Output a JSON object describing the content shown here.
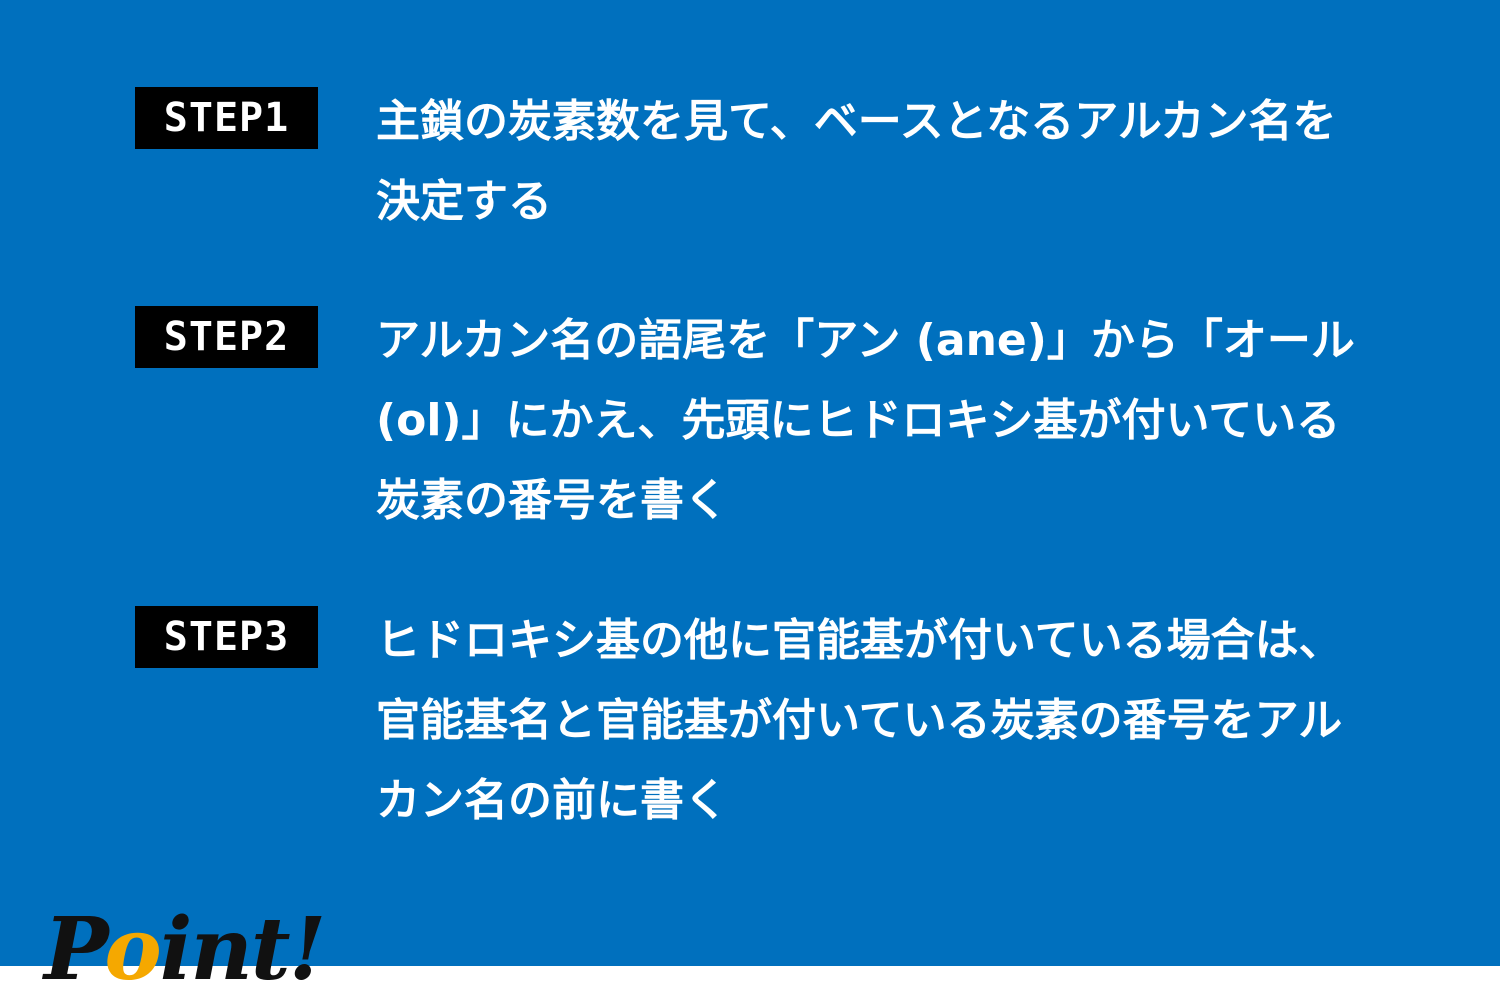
{
  "steps": [
    {
      "badge": "STEP1",
      "text": "主鎖の炭素数を見て、ベースとなるアルカン名を決定する"
    },
    {
      "badge": "STEP2",
      "text": "アルカン名の語尾を「アン (ane)」から「オール (ol)」にかえ、先頭にヒドロキシ基が付いている炭素の番号を書く"
    },
    {
      "badge": "STEP3",
      "text": " ヒドロキシ基の他に官能基が付いている場合は、官能基名と官能基が付いている炭素の番号をアルカン名の前に書く"
    }
  ],
  "logo": {
    "letters": [
      "P",
      "o",
      "int!"
    ],
    "accent_color": "#f5a800",
    "text_color": "#111111"
  },
  "colors": {
    "panel_background": "#0070be",
    "badge_background": "#000000",
    "text": "#ffffff"
  }
}
